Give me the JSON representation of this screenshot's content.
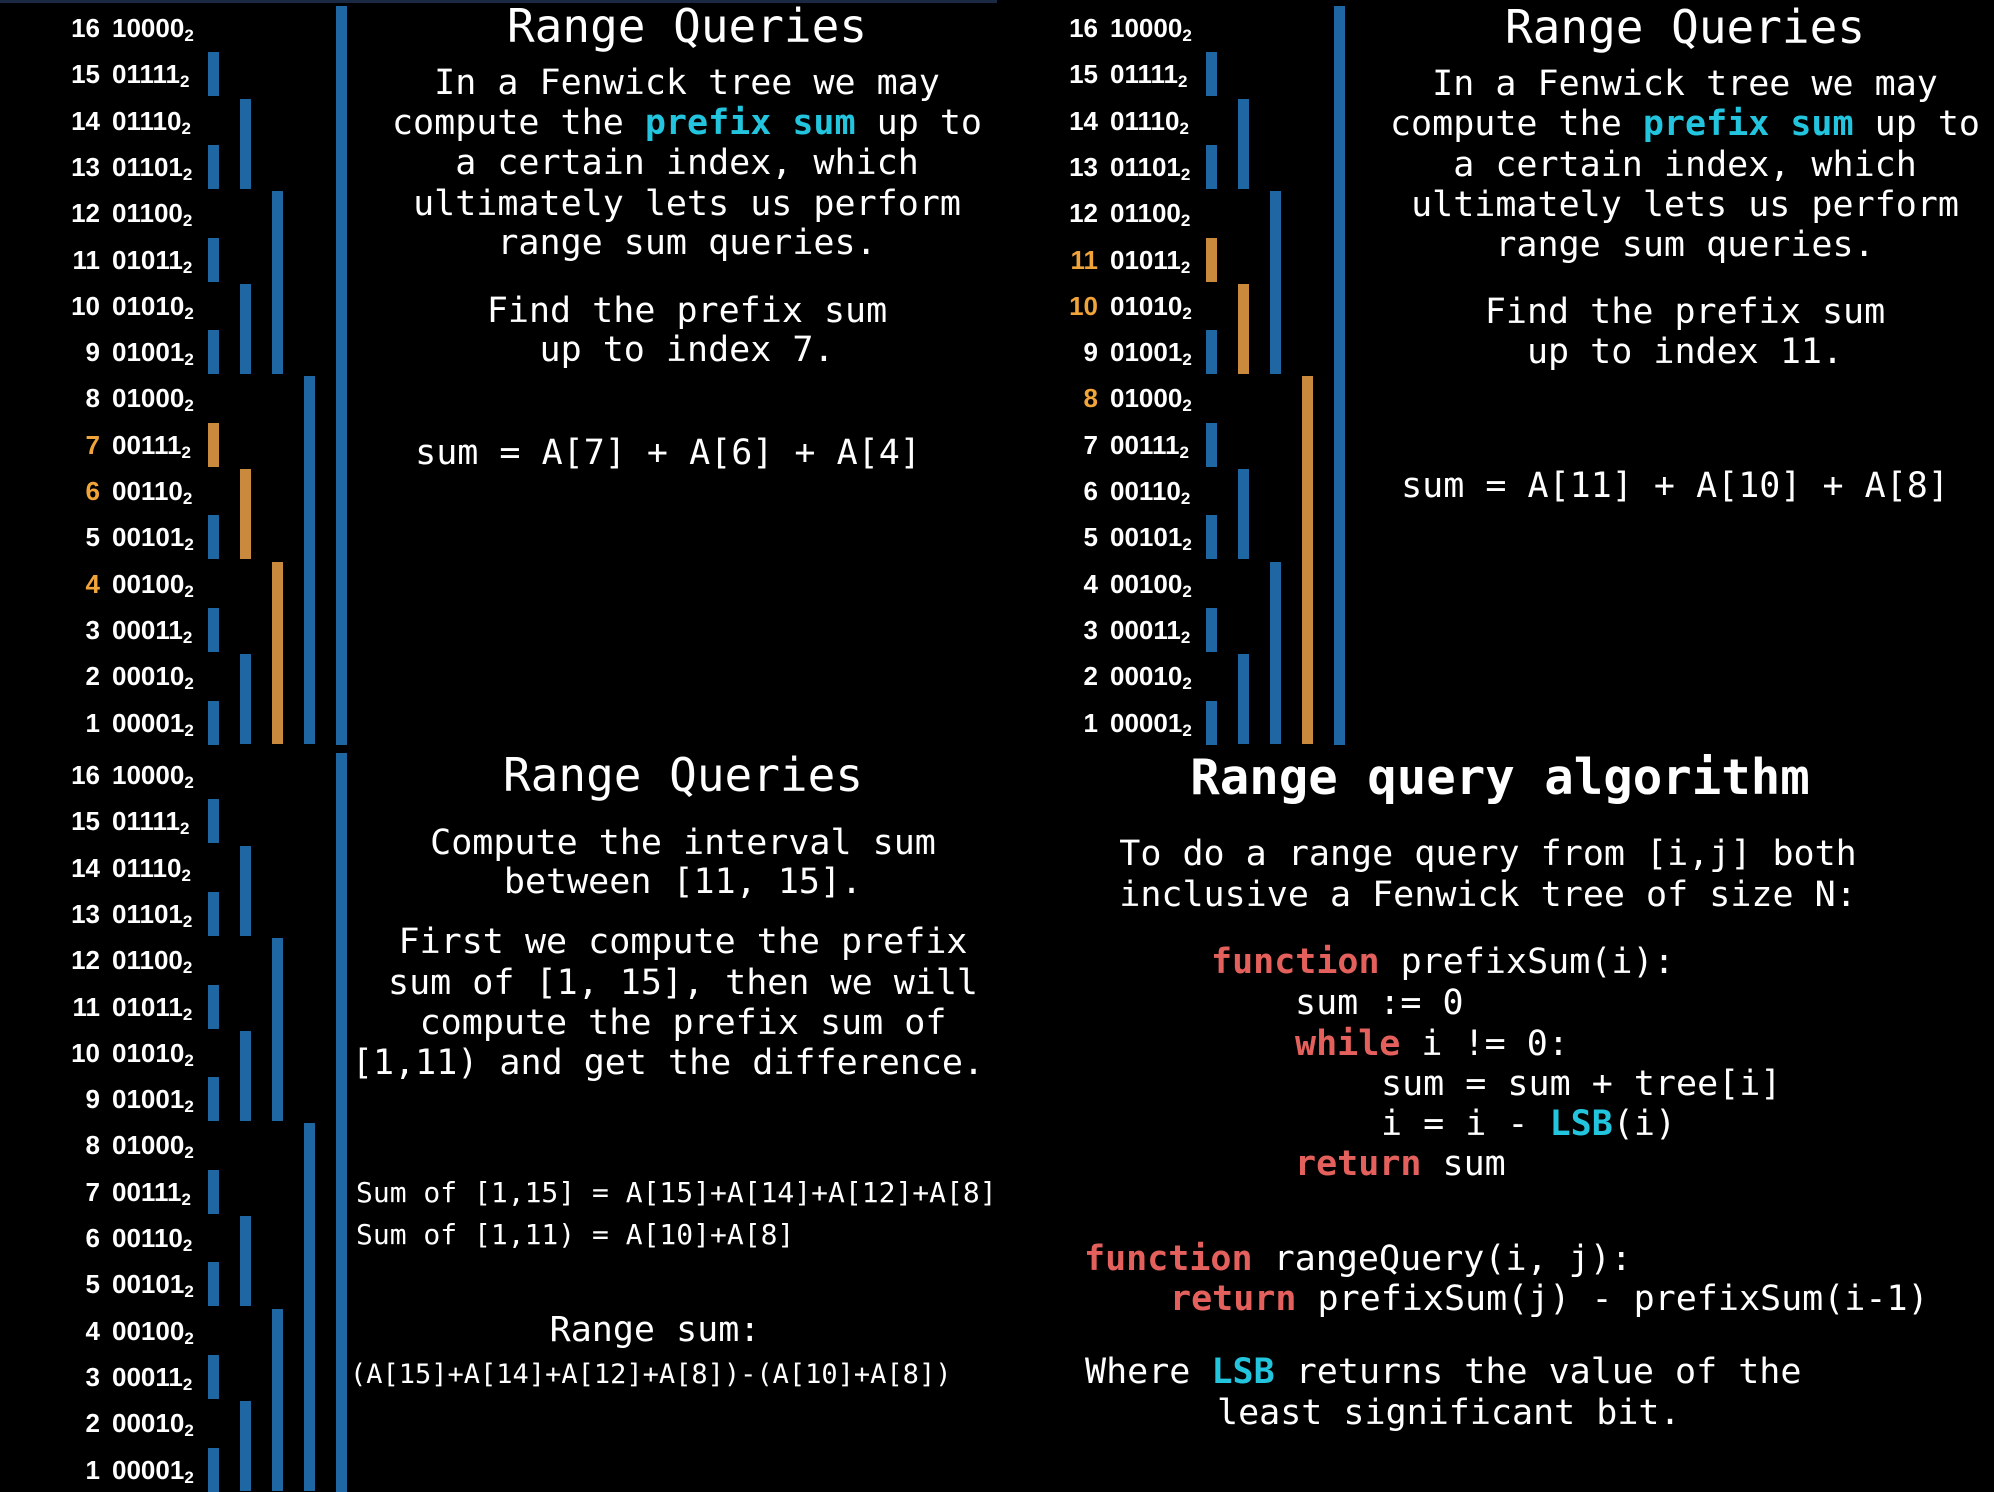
{
  "colors": {
    "bar": "#1f67a3",
    "highlight": "#c98a3e",
    "highlight_text": "#f0a43a",
    "cyan": "#22c5dd",
    "keyword": "#e4605c"
  },
  "fenwick": {
    "rows": [
      {
        "index": "16",
        "binary": "10000",
        "base": "2"
      },
      {
        "index": "15",
        "binary": "01111",
        "base": "2"
      },
      {
        "index": "14",
        "binary": "01110",
        "base": "2"
      },
      {
        "index": "13",
        "binary": "01101",
        "base": "2"
      },
      {
        "index": "12",
        "binary": "01100",
        "base": "2"
      },
      {
        "index": "11",
        "binary": "01011",
        "base": "2"
      },
      {
        "index": "10",
        "binary": "01010",
        "base": "2"
      },
      {
        "index": "9",
        "binary": "01001",
        "base": "2"
      },
      {
        "index": "8",
        "binary": "01000",
        "base": "2"
      },
      {
        "index": "7",
        "binary": "00111",
        "base": "2"
      },
      {
        "index": "6",
        "binary": "00110",
        "base": "2"
      },
      {
        "index": "5",
        "binary": "00101",
        "base": "2"
      },
      {
        "index": "4",
        "binary": "00100",
        "base": "2"
      },
      {
        "index": "3",
        "binary": "00011",
        "base": "2"
      },
      {
        "index": "2",
        "binary": "00010",
        "base": "2"
      },
      {
        "index": "1",
        "binary": "00001",
        "base": "2"
      }
    ]
  },
  "panels": [
    {
      "name": "prefix-sum-7",
      "highlight": [
        7,
        6,
        4
      ],
      "lines": [
        [
          {
            "t": "Range Queries"
          }
        ],
        [
          {
            "t": "In a Fenwick tree we may"
          }
        ],
        [
          {
            "t": "compute the "
          },
          {
            "t": "prefix sum",
            "s": "cyan"
          },
          {
            "t": " up to"
          }
        ],
        [
          {
            "t": "a certain index, which"
          }
        ],
        [
          {
            "t": "ultimately lets us perform"
          }
        ],
        [
          {
            "t": "range sum queries."
          }
        ],
        [
          {
            "t": "Find the prefix sum"
          }
        ],
        [
          {
            "t": "up to index 7."
          }
        ],
        [
          {
            "t": "sum = A[7] + A[6] + A[4]"
          }
        ]
      ]
    },
    {
      "name": "prefix-sum-11",
      "highlight": [
        11,
        10,
        8
      ],
      "lines": [
        [
          {
            "t": "Range Queries"
          }
        ],
        [
          {
            "t": "In a Fenwick tree we may"
          }
        ],
        [
          {
            "t": "compute the "
          },
          {
            "t": "prefix sum",
            "s": "cyan"
          },
          {
            "t": " up to"
          }
        ],
        [
          {
            "t": "a certain index, which"
          }
        ],
        [
          {
            "t": "ultimately lets us perform"
          }
        ],
        [
          {
            "t": "range sum queries."
          }
        ],
        [
          {
            "t": "Find the prefix sum"
          }
        ],
        [
          {
            "t": "up to index 11."
          }
        ],
        [
          {
            "t": "sum = A[11] + A[10] + A[8]"
          }
        ]
      ]
    },
    {
      "name": "interval-sum",
      "highlight": [],
      "lines": [
        [
          {
            "t": "Range Queries"
          }
        ],
        [
          {
            "t": "Compute the interval sum"
          }
        ],
        [
          {
            "t": "between [11, 15]."
          }
        ],
        [
          {
            "t": "First we compute the prefix"
          }
        ],
        [
          {
            "t": "sum of [1, 15], then we will"
          }
        ],
        [
          {
            "t": "compute the prefix sum of"
          }
        ],
        [
          {
            "t": "[1,11) and get the difference."
          }
        ],
        [
          {
            "t": "Sum of [1,15] = A[15]+A[14]+A[12]+A[8]"
          }
        ],
        [
          {
            "t": "Sum of [1,11) = A[10]+A[8]"
          }
        ],
        [
          {
            "t": "Range sum:"
          }
        ],
        [
          {
            "t": "(A[15]+A[14]+A[12]+A[8])-(A[10]+A[8])"
          }
        ]
      ]
    },
    {
      "name": "range-query-algorithm",
      "lines": [
        [
          {
            "t": "Range query algorithm"
          }
        ],
        [
          {
            "t": "To do a range query from [i,j] both"
          }
        ],
        [
          {
            "t": "inclusive a Fenwick tree of size N:"
          }
        ],
        [
          {
            "t": "function",
            "s": "kw"
          },
          {
            "t": " prefixSum(i):"
          }
        ],
        [
          {
            "t": "sum := 0"
          }
        ],
        [
          {
            "t": "while",
            "s": "kw"
          },
          {
            "t": " i != 0:"
          }
        ],
        [
          {
            "t": "sum = sum + tree[i]"
          }
        ],
        [
          {
            "t": "i = i - "
          },
          {
            "t": "LSB",
            "s": "cyan"
          },
          {
            "t": "(i)"
          }
        ],
        [
          {
            "t": "return",
            "s": "kw"
          },
          {
            "t": " sum"
          }
        ],
        [
          {
            "t": "function",
            "s": "kw"
          },
          {
            "t": " rangeQuery(i, j):"
          }
        ],
        [
          {
            "t": "return",
            "s": "kw"
          },
          {
            "t": " prefixSum(j) - prefixSum(i-1)"
          }
        ],
        [
          {
            "t": "Where "
          },
          {
            "t": "LSB",
            "s": "cyan"
          },
          {
            "t": " returns the value of the"
          }
        ],
        [
          {
            "t": "least significant bit."
          }
        ]
      ]
    }
  ]
}
